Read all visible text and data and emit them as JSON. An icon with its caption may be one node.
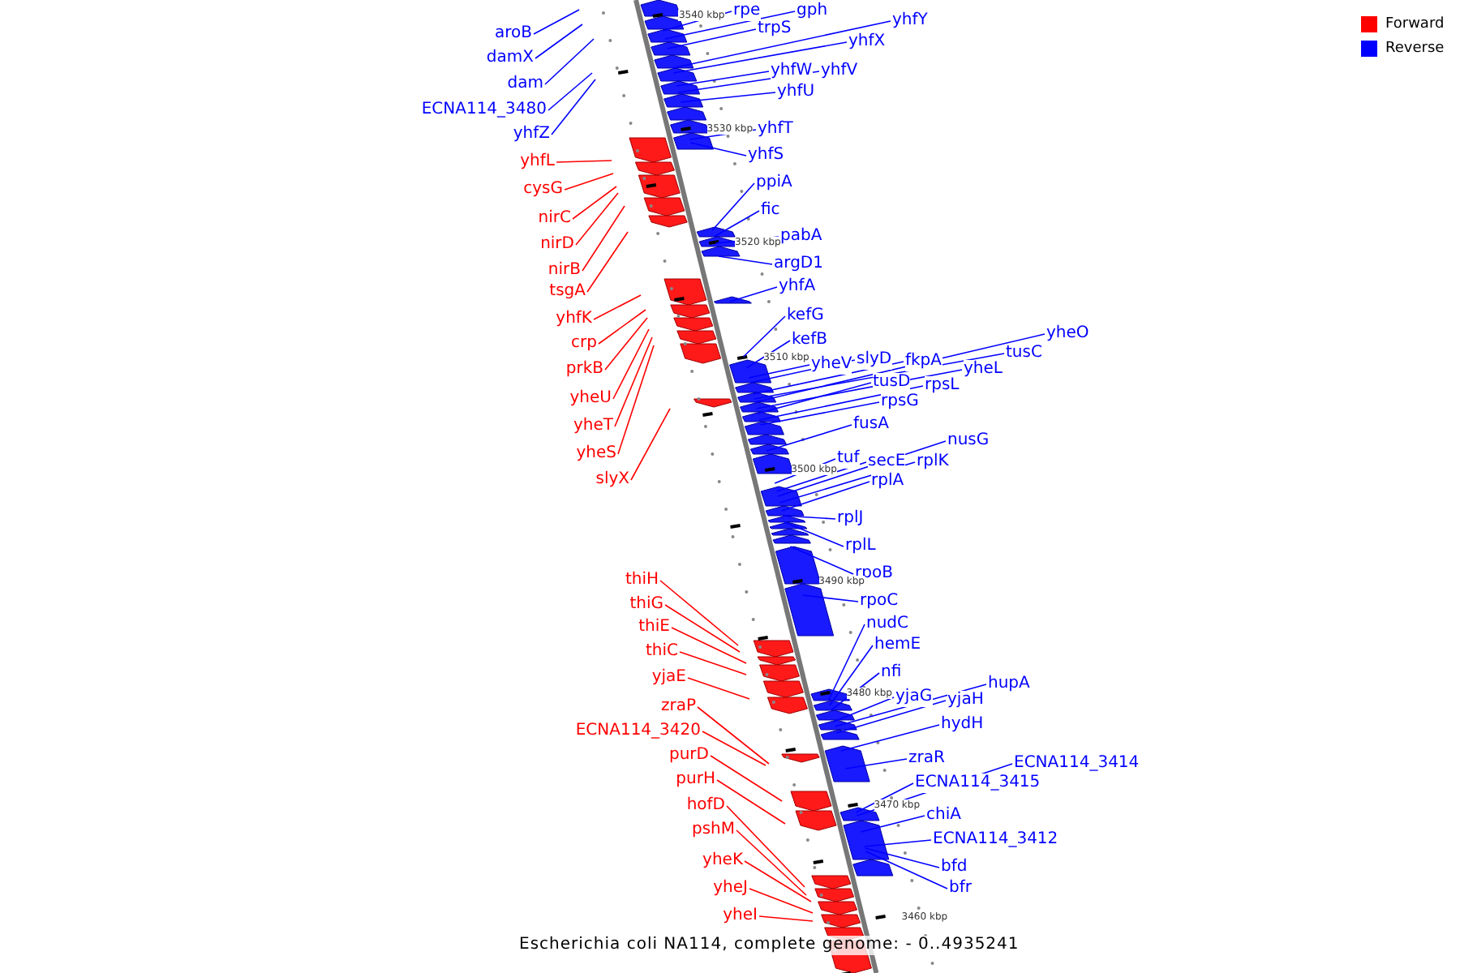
{
  "diagram": {
    "caption": "Escherichia coli NA114, complete genome: - 0..4935241",
    "nodes": [
      {
        "text": [
          "aroB"
        ]
      },
      {
        "text": [
          "damX"
        ]
      },
      {
        "text": [
          "dam"
        ]
      },
      {
        "text": [
          "ECNA114_3480"
        ]
      },
      {
        "text": [
          "yhfZ"
        ]
      },
      {
        "text": [
          "yhfL"
        ]
      },
      {
        "text": [
          "cysG"
        ]
      },
      {
        "text": [
          "nirC"
        ]
      },
      {
        "text": [
          "nirD"
        ]
      },
      {
        "text": [
          "nirB"
        ]
      },
      {
        "text": [
          "tsgA"
        ]
      },
      {
        "text": [
          "yhfK"
        ]
      },
      {
        "text": [
          "crp"
        ]
      },
      {
        "text": [
          "prkB"
        ]
      },
      {
        "text": [
          "yheU"
        ]
      },
      {
        "text": [
          "yheT"
        ]
      },
      {
        "text": [
          "yheS"
        ]
      },
      {
        "text": [
          "slyX"
        ]
      },
      {
        "text": [
          "thiH"
        ]
      },
      {
        "text": [
          "thiG"
        ]
      },
      {
        "text": [
          "thiE"
        ]
      },
      {
        "text": [
          "thiC"
        ]
      },
      {
        "text": [
          "yjaE"
        ]
      },
      {
        "text": [
          "zraP"
        ]
      },
      {
        "text": [
          "ECNA114_3420"
        ]
      },
      {
        "text": [
          "purD"
        ]
      },
      {
        "text": [
          "purH"
        ]
      },
      {
        "text": [
          "hofD"
        ]
      },
      {
        "text": [
          "pshM"
        ]
      },
      {
        "text": [
          "yheK"
        ]
      },
      {
        "text": [
          "yheJ"
        ]
      },
      {
        "text": [
          "yheI"
        ]
      },
      {
        "text": [
          "rpe"
        ]
      },
      {
        "text": [
          "gph"
        ]
      },
      {
        "text": [
          "trpS"
        ]
      },
      {
        "text": [
          "yhfY"
        ]
      },
      {
        "text": [
          "yhfX"
        ]
      },
      {
        "text": [
          "yhfW"
        ]
      },
      {
        "text": [
          "yhfV"
        ]
      },
      {
        "text": [
          "yhfU"
        ]
      },
      {
        "text": [
          "yhfT"
        ]
      },
      {
        "text": [
          "yhfS"
        ]
      },
      {
        "text": [
          "ppiA"
        ]
      },
      {
        "text": [
          "fic"
        ]
      },
      {
        "text": [
          "pabA"
        ]
      },
      {
        "text": [
          "argD1"
        ]
      },
      {
        "text": [
          "yhfA"
        ]
      },
      {
        "text": [
          "kefG"
        ]
      },
      {
        "text": [
          "kefB"
        ]
      },
      {
        "text": [
          "yheV"
        ]
      },
      {
        "text": [
          "slyD"
        ]
      },
      {
        "text": [
          "fkpA"
        ]
      },
      {
        "text": [
          "tusC"
        ]
      },
      {
        "text": [
          "yheO"
        ]
      },
      {
        "text": [
          "yheL"
        ]
      },
      {
        "text": [
          "tusD"
        ]
      },
      {
        "text": [
          "rpsL"
        ]
      },
      {
        "text": [
          "rpsG"
        ]
      },
      {
        "text": [
          "fusA"
        ]
      },
      {
        "text": [
          "tuf"
        ]
      },
      {
        "text": [
          "secE"
        ]
      },
      {
        "text": [
          "nusG"
        ]
      },
      {
        "text": [
          "rplK"
        ]
      },
      {
        "text": [
          "rplA"
        ]
      },
      {
        "text": [
          "rplJ"
        ]
      },
      {
        "text": [
          "rplL"
        ]
      },
      {
        "text": [
          "rpoB"
        ]
      },
      {
        "text": [
          "rpoC"
        ]
      },
      {
        "text": [
          "nudC"
        ]
      },
      {
        "text": [
          "hemE"
        ]
      },
      {
        "text": [
          "nfi"
        ]
      },
      {
        "text": [
          "yjaG"
        ]
      },
      {
        "text": [
          "hupA"
        ]
      },
      {
        "text": [
          "yjaH"
        ]
      },
      {
        "text": [
          "hydH"
        ]
      },
      {
        "text": [
          "zraR"
        ]
      },
      {
        "text": [
          "ECNA114_3414"
        ]
      },
      {
        "text": [
          "ECNA114_3415"
        ]
      },
      {
        "text": [
          "chiA"
        ]
      },
      {
        "text": [
          "ECNA114_3412"
        ]
      },
      {
        "text": [
          "bfd"
        ]
      },
      {
        "text": [
          "bfr"
        ]
      }
    ],
    "edges": [
      {
        "from": 0,
        "to": null,
        "arrow": "none"
      },
      {
        "from": 1,
        "to": null,
        "arrow": "none"
      },
      {
        "from": 2,
        "to": null,
        "arrow": "none"
      },
      {
        "from": 3,
        "to": null,
        "arrow": "none"
      },
      {
        "from": 4,
        "to": null,
        "arrow": "none"
      },
      {
        "from": 5,
        "to": null,
        "arrow": "none",
        "color": "#ff0000"
      },
      {
        "from": 6,
        "to": null,
        "arrow": "none",
        "color": "#ff0000"
      },
      {
        "from": 7,
        "to": null,
        "arrow": "none",
        "color": "#ff0000"
      },
      {
        "from": 8,
        "to": null,
        "arrow": "none",
        "color": "#ff0000"
      },
      {
        "from": 9,
        "to": null,
        "arrow": "none",
        "color": "#ff0000"
      },
      {
        "from": 10,
        "to": null,
        "arrow": "none",
        "color": "#ff0000"
      },
      {
        "from": 11,
        "to": null,
        "arrow": "none",
        "color": "#ff0000"
      },
      {
        "from": 12,
        "to": null,
        "arrow": "none",
        "color": "#ff0000"
      },
      {
        "from": 13,
        "to": null,
        "arrow": "none",
        "color": "#ff0000"
      },
      {
        "from": 14,
        "to": null,
        "arrow": "none",
        "color": "#ff0000"
      },
      {
        "from": 15,
        "to": null,
        "arrow": "none",
        "color": "#ff0000"
      },
      {
        "from": 16,
        "to": null,
        "arrow": "none",
        "color": "#ff0000"
      },
      {
        "from": 17,
        "to": null,
        "arrow": "none",
        "color": "#ff0000"
      },
      {
        "from": 18,
        "to": null,
        "arrow": "none",
        "color": "#ff0000"
      },
      {
        "from": 19,
        "to": null,
        "arrow": "none",
        "color": "#ff0000"
      },
      {
        "from": 20,
        "to": null,
        "arrow": "none",
        "color": "#ff0000"
      },
      {
        "from": 21,
        "to": null,
        "arrow": "none",
        "color": "#ff0000"
      },
      {
        "from": 22,
        "to": null,
        "arrow": "none",
        "color": "#ff0000"
      },
      {
        "from": 23,
        "to": null,
        "arrow": "none",
        "color": "#ff0000"
      },
      {
        "from": 24,
        "to": null,
        "arrow": "none",
        "color": "#ff0000"
      },
      {
        "from": 25,
        "to": null,
        "arrow": "none",
        "color": "#ff0000"
      },
      {
        "from": 26,
        "to": null,
        "arrow": "none",
        "color": "#ff0000"
      },
      {
        "from": 27,
        "to": null,
        "arrow": "none",
        "color": "#ff0000"
      },
      {
        "from": 28,
        "to": null,
        "arrow": "none",
        "color": "#ff0000"
      },
      {
        "from": 29,
        "to": null,
        "arrow": "none",
        "color": "#ff0000"
      },
      {
        "from": 30,
        "to": null,
        "arrow": "none",
        "color": "#ff0000"
      },
      {
        "from": 31,
        "to": null,
        "arrow": "none",
        "color": "#ff0000"
      },
      {
        "from": 32,
        "to": null,
        "arrow": "none"
      },
      {
        "from": 33,
        "to": null,
        "arrow": "none"
      },
      {
        "from": 34,
        "to": null,
        "arrow": "none"
      },
      {
        "from": 35,
        "to": null,
        "arrow": "none"
      },
      {
        "from": 36,
        "to": null,
        "arrow": "none"
      },
      {
        "from": 37,
        "to": null,
        "arrow": "none"
      },
      {
        "from": 38,
        "to": null,
        "arrow": "none"
      },
      {
        "from": 39,
        "to": null,
        "arrow": "none"
      },
      {
        "from": 40,
        "to": null,
        "arrow": "none"
      },
      {
        "from": 41,
        "to": null,
        "arrow": "none"
      },
      {
        "from": 42,
        "to": null,
        "arrow": "none"
      },
      {
        "from": 43,
        "to": null,
        "arrow": "none"
      },
      {
        "from": 44,
        "to": null,
        "arrow": "none"
      },
      {
        "from": 45,
        "to": null,
        "arrow": "none"
      },
      {
        "from": 46,
        "to": null,
        "arrow": "none"
      },
      {
        "from": 47,
        "to": null,
        "arrow": "none"
      },
      {
        "from": 48,
        "to": null,
        "arrow": "none"
      },
      {
        "from": 49,
        "to": null,
        "arrow": "none"
      },
      {
        "from": 50,
        "to": null,
        "arrow": "none"
      },
      {
        "from": 51,
        "to": null,
        "arrow": "none"
      },
      {
        "from": 52,
        "to": null,
        "arrow": "none"
      },
      {
        "from": 53,
        "to": null,
        "arrow": "none"
      },
      {
        "from": 54,
        "to": null,
        "arrow": "none"
      },
      {
        "from": 55,
        "to": null,
        "arrow": "none"
      },
      {
        "from": 56,
        "to": null,
        "arrow": "none"
      },
      {
        "from": 57,
        "to": null,
        "arrow": "none"
      },
      {
        "from": 58,
        "to": null,
        "arrow": "none"
      },
      {
        "from": 59,
        "to": null,
        "arrow": "none"
      },
      {
        "from": 60,
        "to": null,
        "arrow": "none"
      },
      {
        "from": 61,
        "to": null,
        "arrow": "none"
      },
      {
        "from": 62,
        "to": null,
        "arrow": "none"
      },
      {
        "from": 63,
        "to": null,
        "arrow": "none"
      },
      {
        "from": 64,
        "to": null,
        "arrow": "none"
      },
      {
        "from": 65,
        "to": null,
        "arrow": "none"
      },
      {
        "from": 66,
        "to": null,
        "arrow": "none"
      },
      {
        "from": 67,
        "to": null,
        "arrow": "none"
      },
      {
        "from": 68,
        "to": null,
        "arrow": "none"
      },
      {
        "from": 69,
        "to": null,
        "arrow": "none"
      },
      {
        "from": 70,
        "to": null,
        "arrow": "none"
      },
      {
        "from": 71,
        "to": null,
        "arrow": "none"
      },
      {
        "from": 72,
        "to": null,
        "arrow": "none"
      },
      {
        "from": 73,
        "to": null,
        "arrow": "none"
      },
      {
        "from": 74,
        "to": null,
        "arrow": "none"
      },
      {
        "from": 75,
        "to": null,
        "arrow": "none"
      },
      {
        "from": 76,
        "to": null,
        "arrow": "none"
      },
      {
        "from": 77,
        "to": null,
        "arrow": "none"
      },
      {
        "from": 78,
        "to": null,
        "arrow": "none"
      },
      {
        "from": 79,
        "to": null,
        "arrow": "none"
      },
      {
        "from": 80,
        "to": null,
        "arrow": "none"
      },
      {
        "from": 81,
        "to": null,
        "arrow": "none"
      }
    ],
    "labels": [
      "3540 kbp",
      "3530 kbp",
      "3520 kbp",
      "3510 kbp",
      "3500 kbp",
      "3490 kbp",
      "3480 kbp",
      "3470 kbp",
      "3460 kbp"
    ],
    "legend": [
      {
        "text": "Forward",
        "color": "#ff0000"
      },
      {
        "text": "Reverse",
        "color": "#0000ff"
      }
    ]
  }
}
